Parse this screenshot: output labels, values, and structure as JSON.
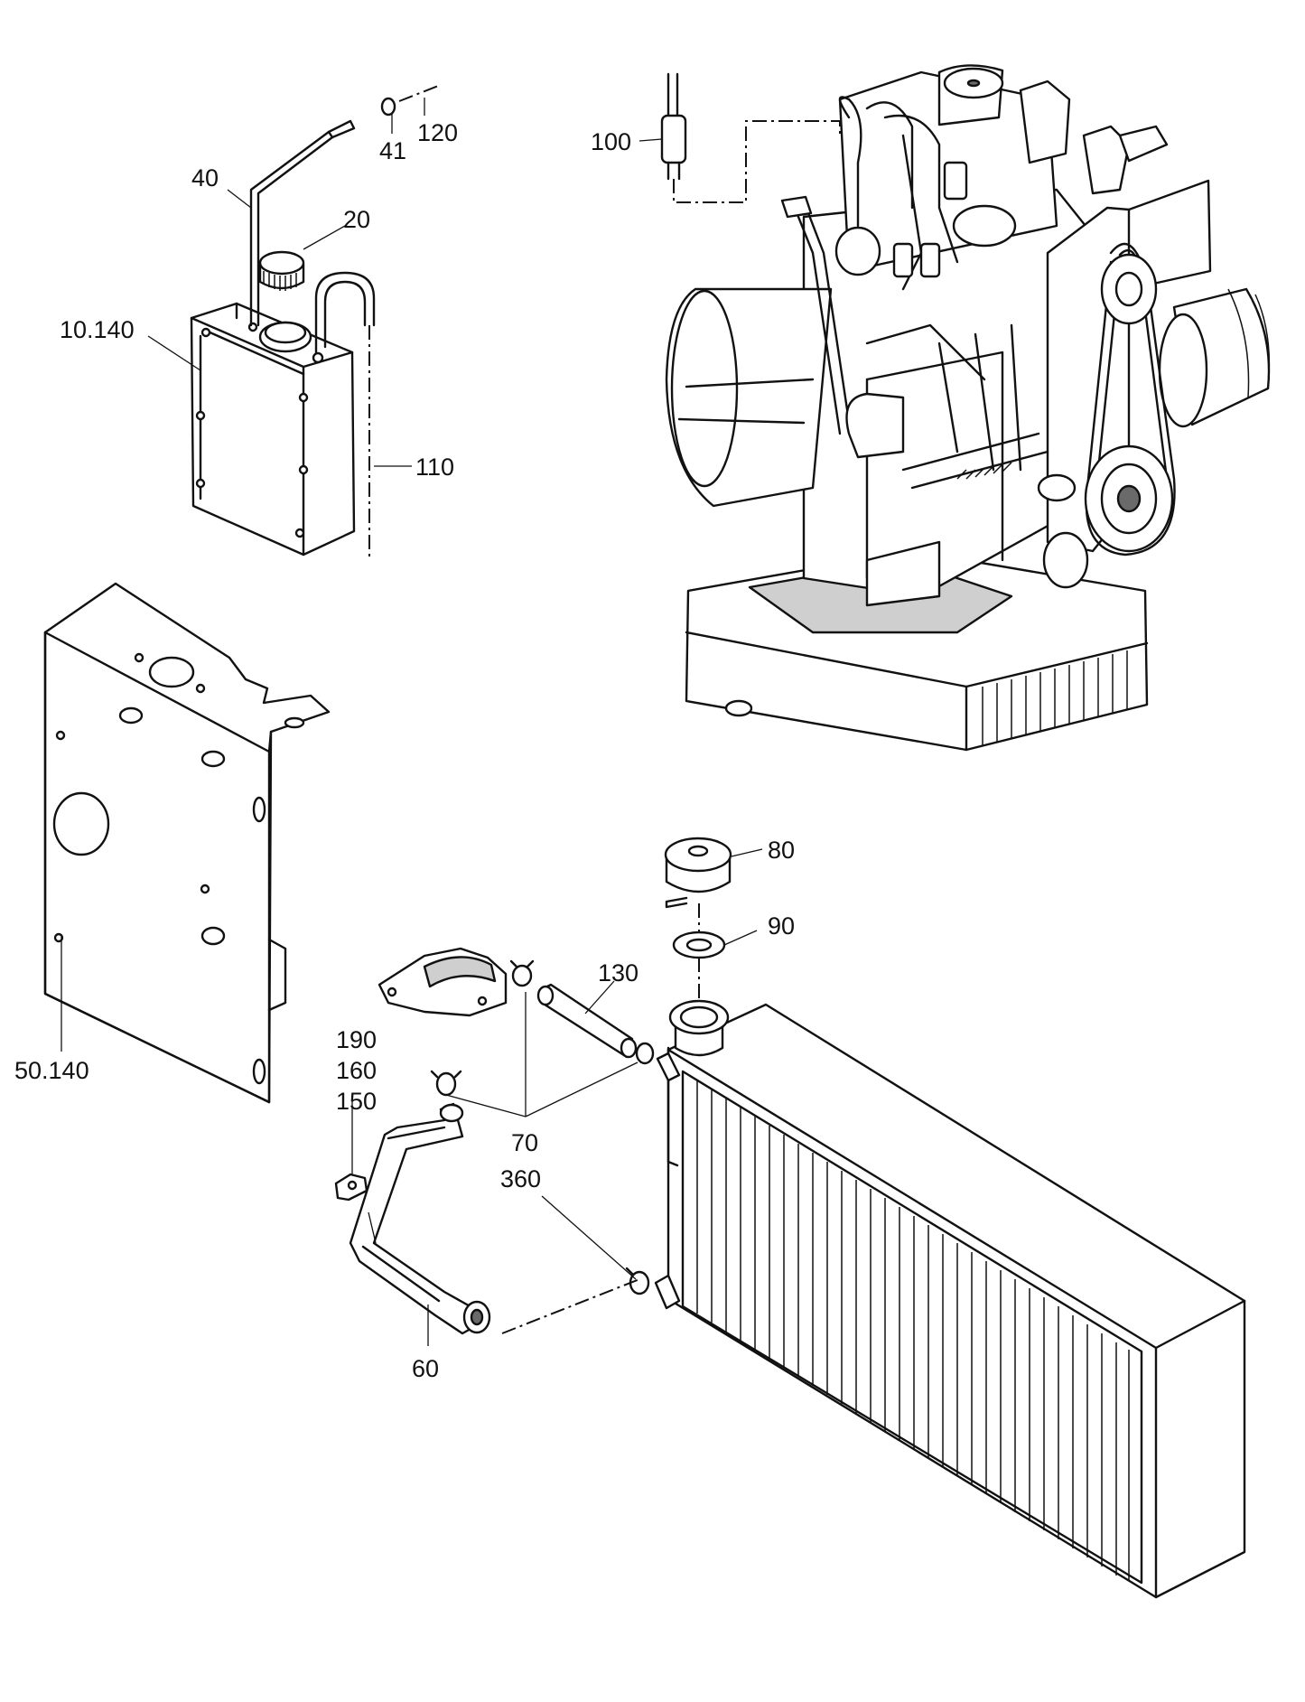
{
  "labels": {
    "p41": "41",
    "p120": "120",
    "p100": "100",
    "p40": "40",
    "p20": "20",
    "p10_140": "10.140",
    "p110": "110",
    "p50_140": "50.140",
    "p80": "80",
    "p90": "90",
    "p130": "130",
    "p190": "190",
    "p160": "160",
    "p150": "150",
    "p70": "70",
    "p360": "360",
    "p60": "60"
  }
}
